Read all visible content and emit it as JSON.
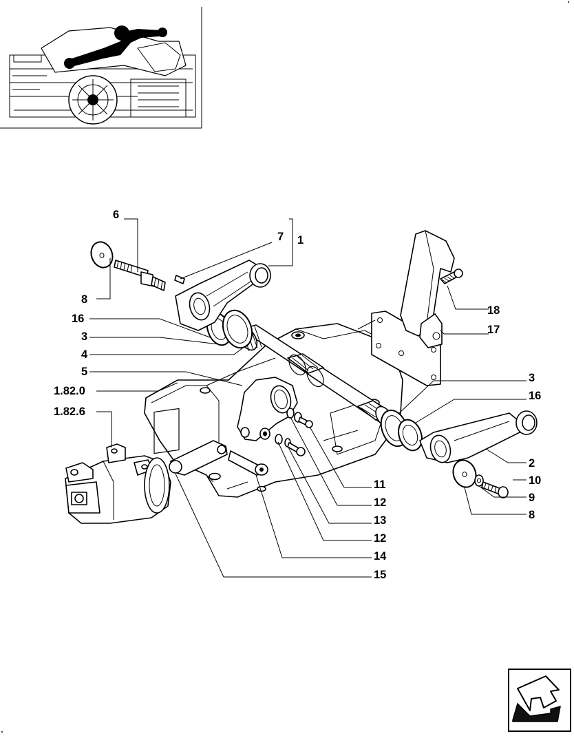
{
  "callouts": {
    "c_6": "6",
    "c_7": "7",
    "c_1": "1",
    "c_8a": "8",
    "c_16a": "16",
    "c_3a": "3",
    "c_4": "4",
    "c_5": "5",
    "c_1820": "1.82.0",
    "c_1826": "1.82.6",
    "c_18": "18",
    "c_17": "17",
    "c_3b": "3",
    "c_16b": "16",
    "c_2": "2",
    "c_10": "10",
    "c_9": "9",
    "c_8b": "8",
    "c_11": "11",
    "c_12a": "12",
    "c_13": "13",
    "c_12b": "12",
    "c_14": "14",
    "c_15": "15"
  },
  "icons": {
    "thumbnail": "tractor-location-thumbnail",
    "nav": "previous-page-arrow-icon"
  }
}
